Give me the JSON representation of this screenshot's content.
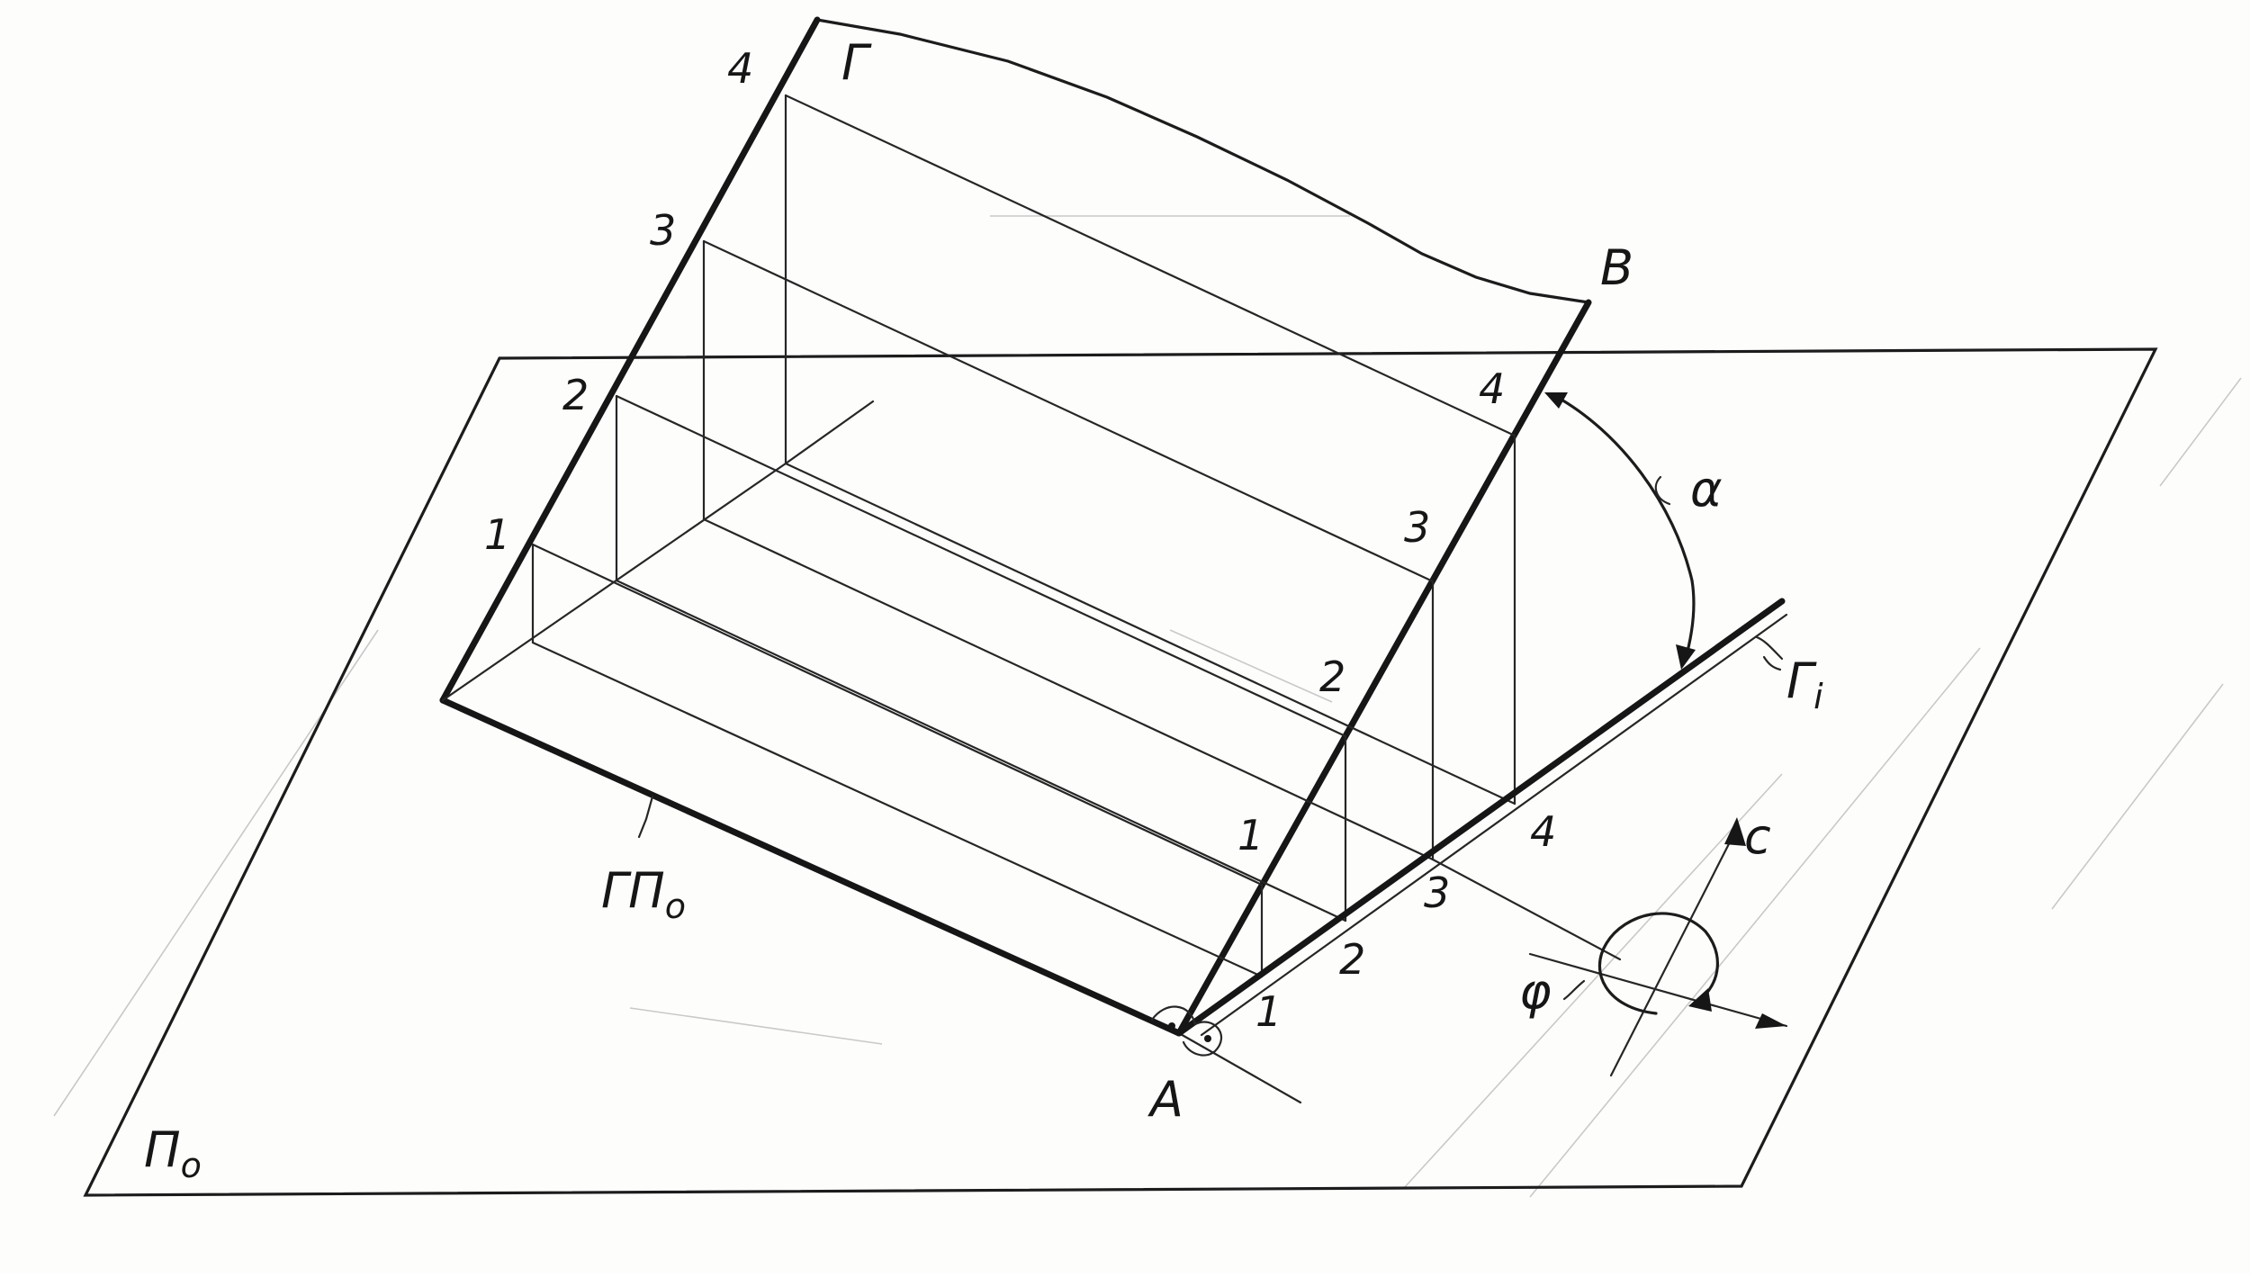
{
  "labels": {
    "gamma": "Г",
    "point_b": "В",
    "point_a": "А",
    "alpha": "α",
    "gamma_i": "Гi",
    "gamma_p0": "ГП",
    "p0_subscript": "о",
    "gamma_i_subscript": "i",
    "c_axis": "с",
    "phi": "φ",
    "plane_p0": "По"
  },
  "left_edge_numbers": [
    "1",
    "2",
    "3",
    "4"
  ],
  "right_edge_numbers": [
    "1",
    "2",
    "3",
    "4"
  ],
  "bottom_line_numbers": [
    "1",
    "2",
    "3",
    "4"
  ]
}
